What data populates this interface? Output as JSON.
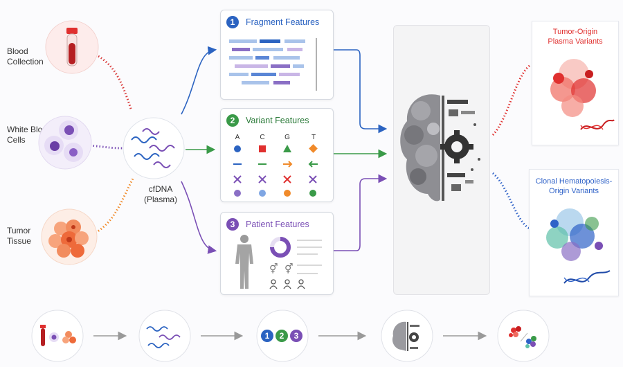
{
  "sources": {
    "blood": {
      "label_line1": "Blood",
      "label_line2": "Collection"
    },
    "wbc": {
      "label_line1": "White Blood",
      "label_line2": "Cells"
    },
    "tumor": {
      "label_line1": "Tumor",
      "label_line2": "Tissue"
    }
  },
  "cfdna": {
    "label_line1": "cfDNA",
    "label_line2": "(Plasma)"
  },
  "panels": [
    {
      "number": "1",
      "title": "Fragment Features",
      "color": "#2b63c1"
    },
    {
      "number": "2",
      "title": "Variant Features",
      "color": "#3a9a48"
    },
    {
      "number": "3",
      "title": "Patient Features",
      "color": "#7a4fb5"
    }
  ],
  "variant_bases": [
    "A",
    "C",
    "G",
    "T"
  ],
  "outputs": {
    "tumor": {
      "line1": "Tumor-Origin",
      "line2": "Plasma Variants",
      "color": "#e0302f"
    },
    "ch": {
      "line1": "Clonal Hematopoiesis-",
      "line2": "Origin Variants",
      "color": "#2f62c8"
    }
  },
  "workflow_numbers": [
    "1",
    "2",
    "3"
  ],
  "colors": {
    "blue": "#2b63c1",
    "green": "#3a9a48",
    "purple": "#7a4fb5",
    "red": "#e0302f",
    "orange": "#f08a2a"
  }
}
